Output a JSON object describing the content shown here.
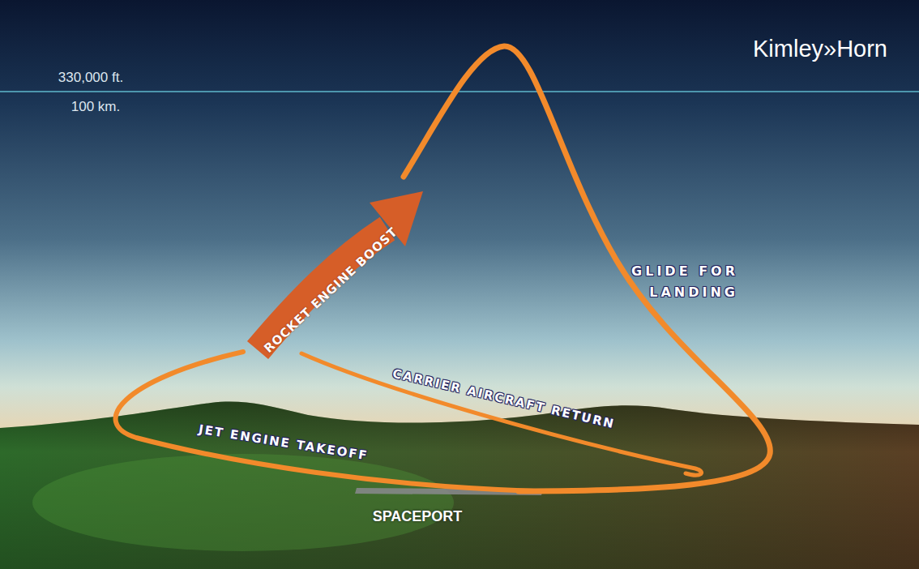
{
  "diagram": {
    "labels": [
      "Kimley»Horn",
      "330,000 ft.",
      "100 km.",
      "ROCKET ENGINE BOOST",
      "GLIDE FOR LANDING",
      "CARRIER AIRCRAFT RETURN",
      "JET ENGINE TAKEOFF",
      "SPACEPORT"
    ]
  }
}
